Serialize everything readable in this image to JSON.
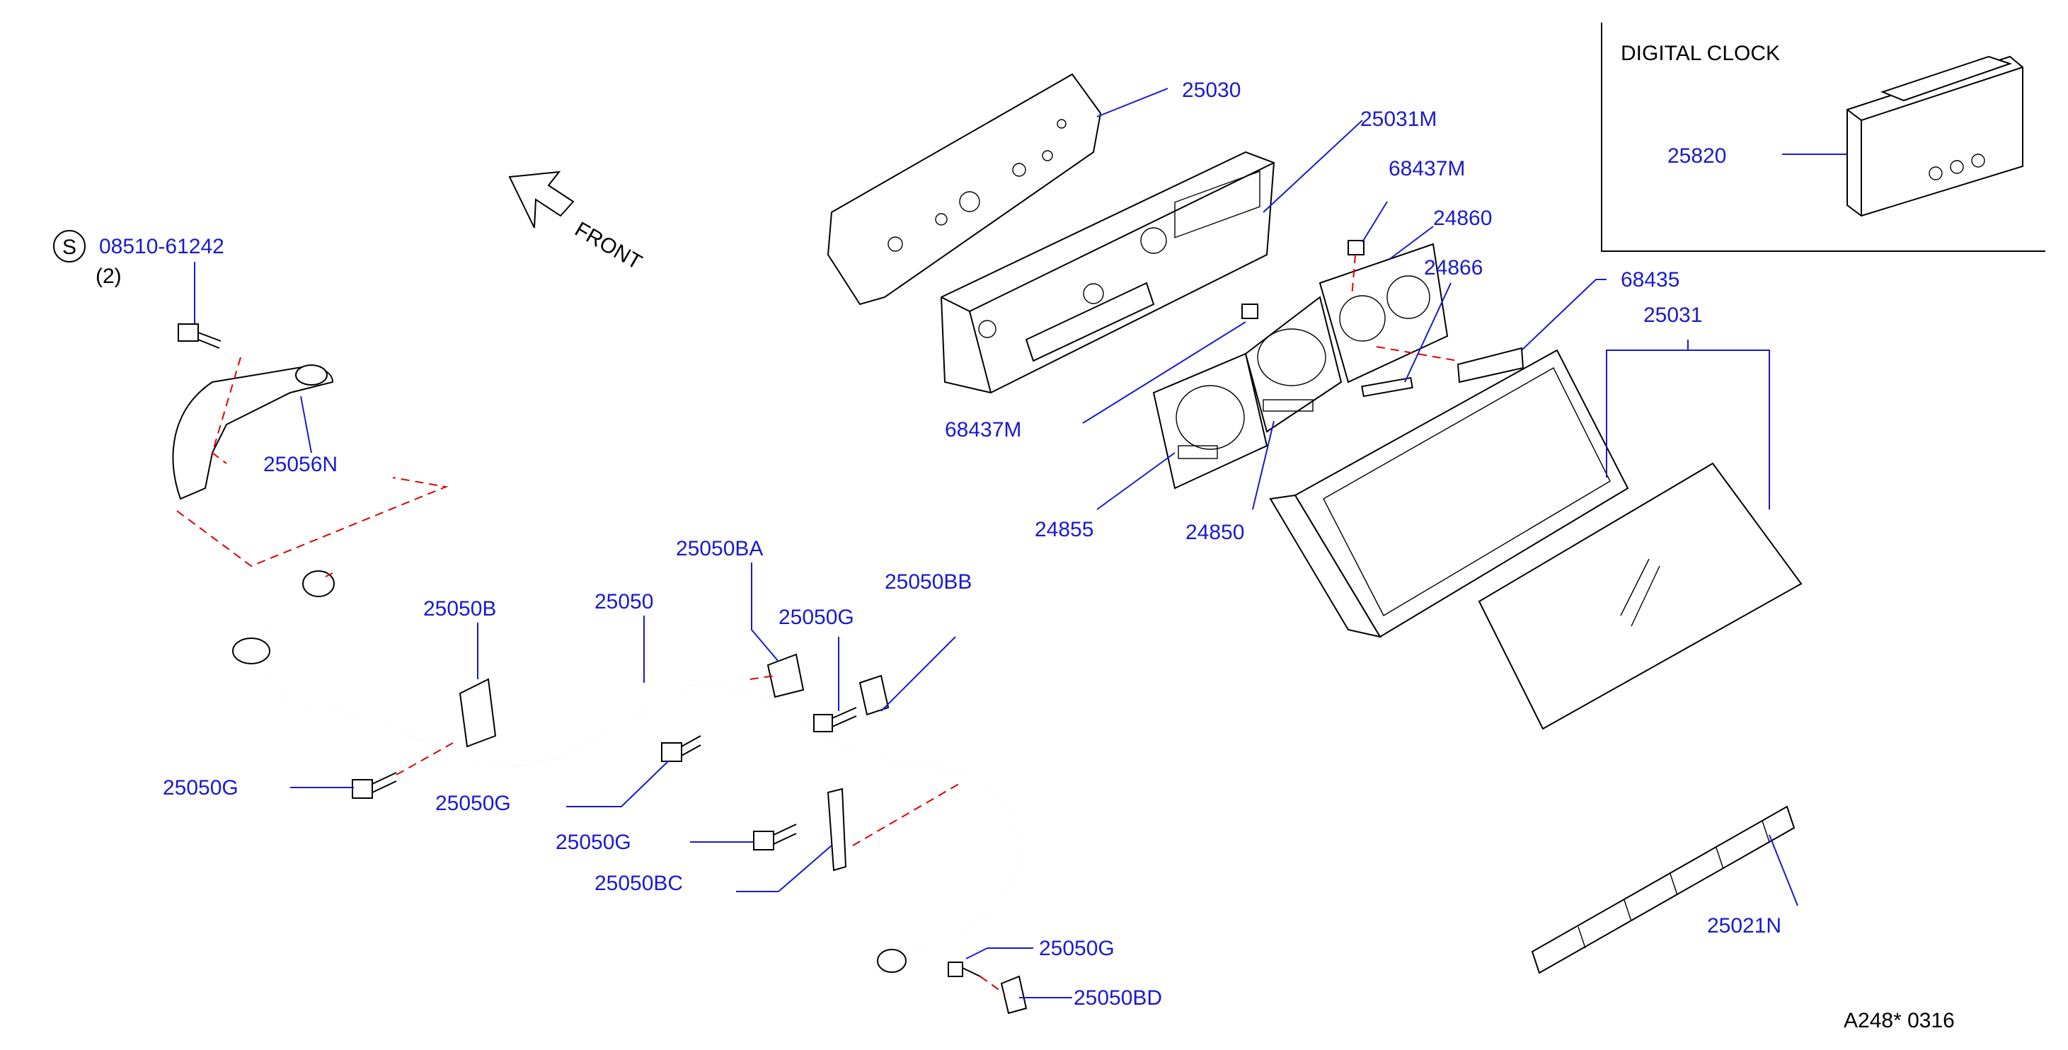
{
  "colors": {
    "part_number": "#1a1acc",
    "outline": "#000000",
    "phantom_line": "#e00000",
    "background": "#ffffff"
  },
  "labels": {
    "front": "FRONT",
    "clock_title": "DIGITAL   CLOCK",
    "s_symbol": "S",
    "screw_qty": "(2)",
    "diagram_code": "A248*  0316"
  },
  "parts": {
    "p25030": "25030",
    "p25031M": "25031M",
    "p68437M_top": "68437M",
    "p24860": "24860",
    "p24866": "24866",
    "p68435": "68435",
    "p25031": "25031",
    "p25820": "25820",
    "p68437M_bottom": "68437M",
    "p24855": "24855",
    "p24850": "24850",
    "p08510": "08510-61242",
    "p25056N": "25056N",
    "p25050BA": "25050BA",
    "p25050BB": "25050BB",
    "p25050B": "25050B",
    "p25050": "25050",
    "p25050G_a": "25050G",
    "p25050G_b": "25050G",
    "p25050G_c": "25050G",
    "p25050G_d": "25050G",
    "p25050G_e": "25050G",
    "p25050BC": "25050BC",
    "p25050BD": "25050BD",
    "p25021N": "25021N"
  }
}
